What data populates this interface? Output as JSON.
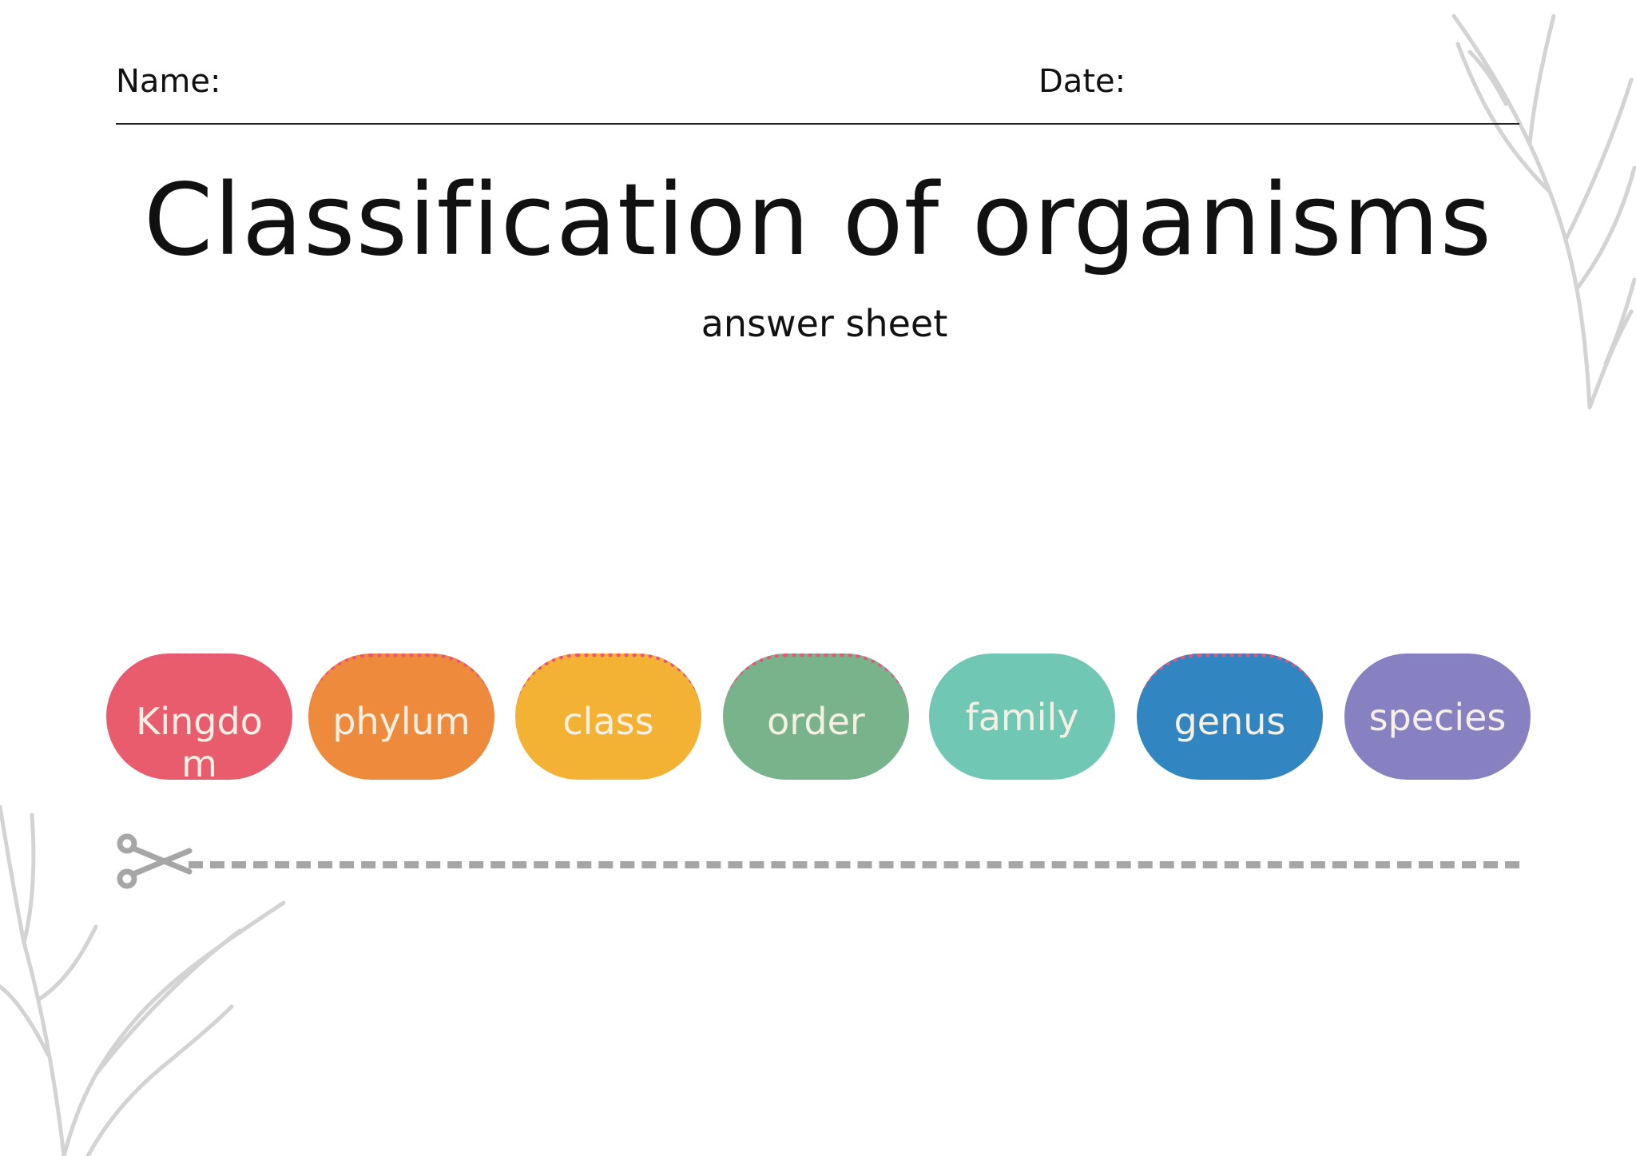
{
  "header": {
    "name_label": "Name:",
    "date_label": "Date:"
  },
  "title": "Classification of organisms",
  "subtitle": "answer sheet",
  "cards": [
    {
      "label": "Kingdom",
      "color": "#e85c6e"
    },
    {
      "label": "phylum",
      "color": "#ee8a3c"
    },
    {
      "label": "class",
      "color": "#f3b233"
    },
    {
      "label": "order",
      "color": "#78b38b"
    },
    {
      "label": "family",
      "color": "#70c7b4"
    },
    {
      "label": "genus",
      "color": "#3186c1"
    },
    {
      "label": "species",
      "color": "#8780c1"
    }
  ],
  "colors": {
    "text": "#111111",
    "card_text": "#f5efe4",
    "cut_line": "#a6a6a6",
    "decoration": "#d3d3d3",
    "dotted_edge": "#e9557a"
  },
  "icons": {
    "cut_guide": "scissors-icon",
    "corner_decoration": "leaf-branch-decoration"
  }
}
